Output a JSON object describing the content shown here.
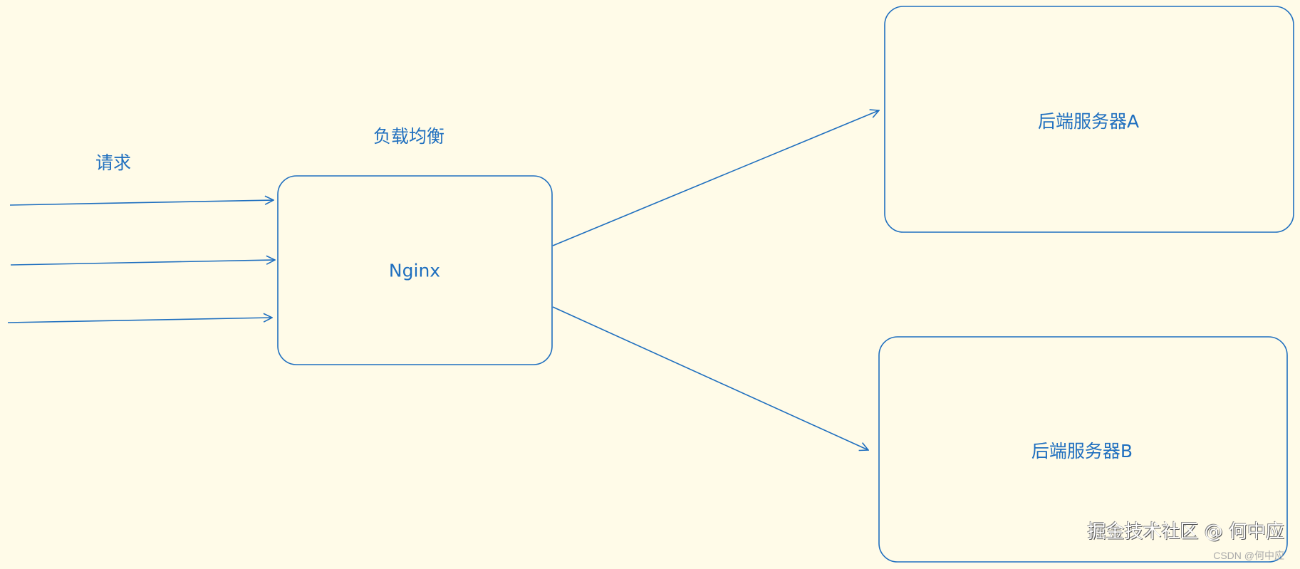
{
  "colors": {
    "stroke": "#1f6fbf",
    "background": "#fffbe8"
  },
  "labels": {
    "request": "请求",
    "load_balance": "负载均衡",
    "nginx": "Nginx",
    "server_a": "后端服务器A",
    "server_b": "后端服务器B"
  },
  "watermark": {
    "juejin": "掘金技术社区 @ 何中应",
    "csdn": "CSDN @何中应"
  }
}
